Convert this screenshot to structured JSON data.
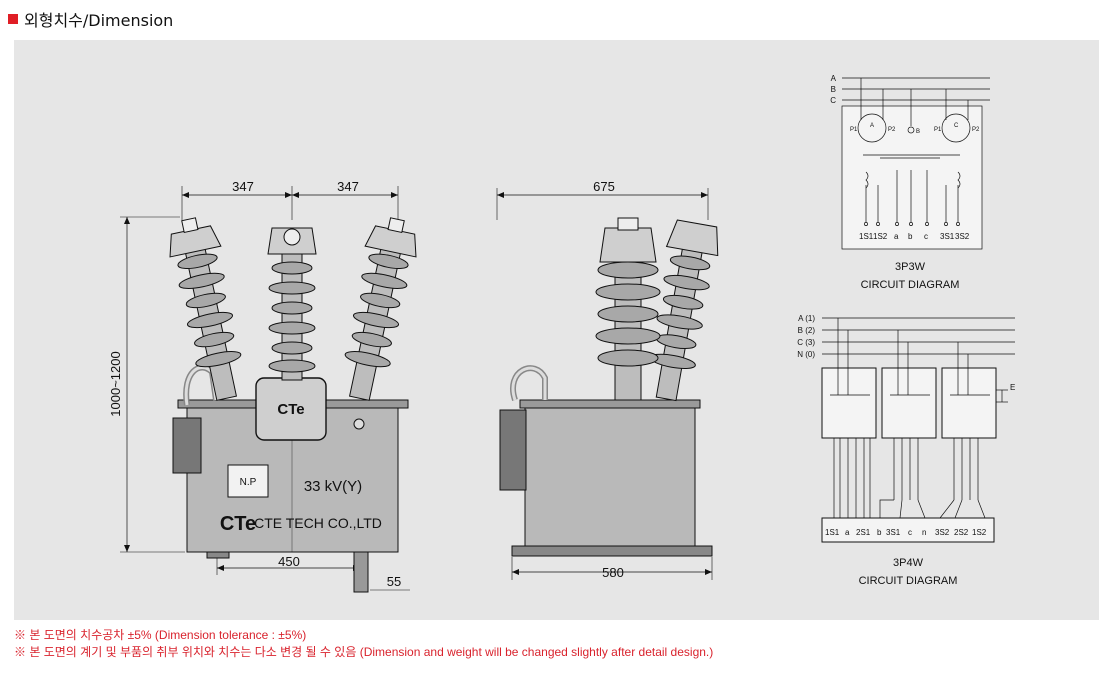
{
  "header": {
    "title": "외형치수/Dimension",
    "accent_color": "#e01e25"
  },
  "front_view": {
    "dim_left": "347",
    "dim_right": "347",
    "dim_height": "1000~1200",
    "dim_base": "450",
    "dim_foot": "55",
    "nameplate": "N.P",
    "voltage": "33 kV(Y)",
    "brand_logo": "CTe",
    "company": "CTE TECH CO.,LTD"
  },
  "side_view": {
    "dim_top": "675",
    "dim_base": "580"
  },
  "circuit_3p3w": {
    "phases": [
      "A",
      "B",
      "C"
    ],
    "p_labels": [
      "P1",
      "A",
      "P2",
      "B",
      "P1",
      "C",
      "P2"
    ],
    "terminals": [
      "1S1",
      "1S2",
      "a",
      "b",
      "c",
      "3S1",
      "3S2"
    ],
    "name": "3P3W",
    "caption": "CIRCUIT DIAGRAM"
  },
  "circuit_3p4w": {
    "phases": [
      "A (1)",
      "B (2)",
      "C (3)",
      "N (0)"
    ],
    "earth": "E",
    "terminals": [
      "1S1",
      "a",
      "2S1",
      "b",
      "3S1",
      "c",
      "n",
      "3S2",
      "2S2",
      "1S2"
    ],
    "name": "3P4W",
    "caption": "CIRCUIT DIAGRAM"
  },
  "notes": [
    "※ 본 도면의 치수공차 ±5% (Dimension tolerance : ±5%)",
    "※ 본 도면의 계기 및 부품의 취부 위치와 치수는 다소 변경 될 수 있음 (Dimension and weight will be changed slightly after detail design.)"
  ]
}
